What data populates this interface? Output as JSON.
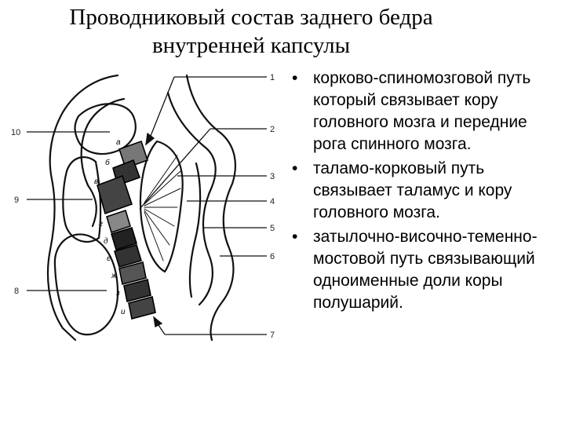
{
  "slide": {
    "title_line1": "Проводниковый состав заднего бедра",
    "title_line2": "внутренней капсулы"
  },
  "diagram": {
    "numbers": [
      "1",
      "2",
      "3",
      "4",
      "5",
      "6",
      "7",
      "8",
      "9",
      "10"
    ],
    "letters": [
      "а",
      "б",
      "в",
      "г",
      "д",
      "е",
      "ж",
      "з",
      "и"
    ]
  },
  "bullets": [
    "корково-спиномозговой путь который связывает кору головного мозга и передние рога спинного мозга.",
    "таламо-корковый путь связывает таламус и кору головного мозга.",
    "затылочно-височно-теменно-мостовой путь связывающий одноименные доли коры полушарий."
  ]
}
